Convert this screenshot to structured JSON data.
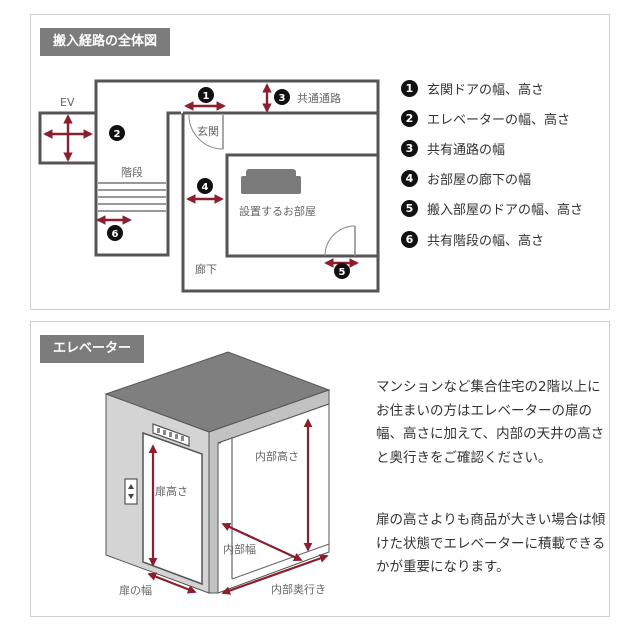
{
  "route": {
    "title": "搬入経路の全体図",
    "labels": {
      "ev": "EV",
      "stairs": "階段",
      "entrance": "玄関",
      "common": "共通通路",
      "room": "設置するお部屋",
      "hallway": "廊下"
    },
    "markers": [
      "1",
      "2",
      "3",
      "4",
      "5",
      "6"
    ],
    "legend": [
      {
        "num": "1",
        "text": "玄関ドアの幅、高さ"
      },
      {
        "num": "2",
        "text": "エレベーターの幅、高さ"
      },
      {
        "num": "3",
        "text": "共有通路の幅"
      },
      {
        "num": "4",
        "text": "お部屋の廊下の幅"
      },
      {
        "num": "5",
        "text": "搬入部屋のドアの幅、高さ"
      },
      {
        "num": "6",
        "text": "共有階段の幅、高さ"
      }
    ]
  },
  "elevator": {
    "title": "エレベーター",
    "labels": {
      "door_height": "扉高さ",
      "door_width": "扉の幅",
      "inner_height": "内部高さ",
      "inner_width": "内部幅",
      "inner_depth": "内部奥行き"
    },
    "paragraph1": "マンションなど集合住宅の2階以上にお住まいの方はエレベーターの扉の幅、高さに加えて、内部の天井の高さと奥行きをご確認ください。",
    "paragraph2": "扉の高さよりも商品が大きい場合は傾けた状態でエレベーターに積載できるかが重要になります。"
  },
  "colors": {
    "accent": "#8b1f2e",
    "wall": "#555555",
    "tag": "#7c7c7c",
    "marker": "#111111"
  }
}
